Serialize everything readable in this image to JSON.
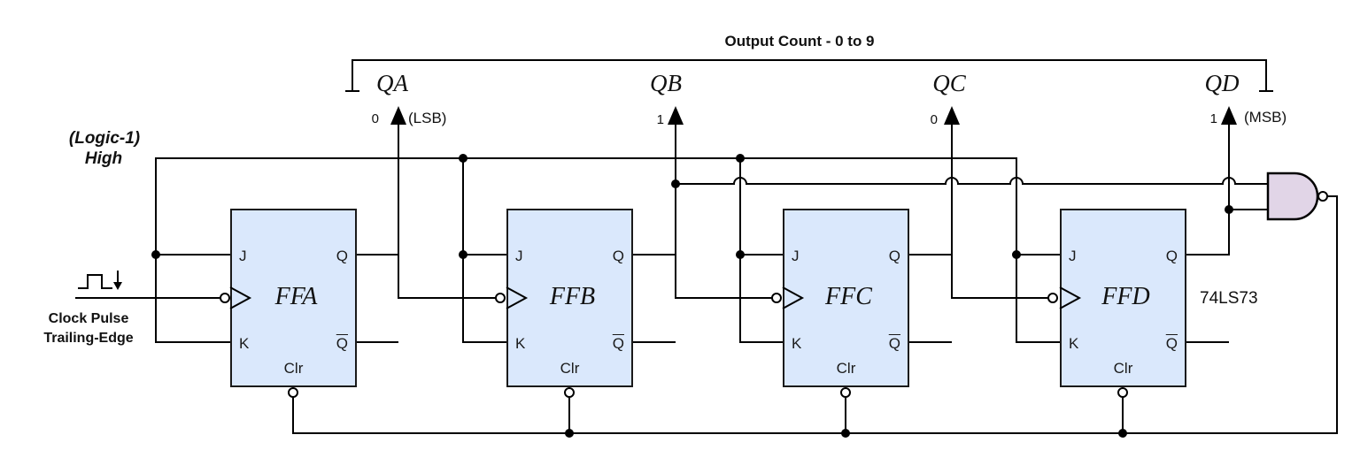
{
  "header": {
    "bracket_label": "Output Count - 0 to 9"
  },
  "outputs": [
    {
      "name": "QA",
      "bit": "0",
      "tag": "(LSB)"
    },
    {
      "name": "QB",
      "bit": "1",
      "tag": ""
    },
    {
      "name": "QC",
      "bit": "0",
      "tag": ""
    },
    {
      "name": "QD",
      "bit": "1",
      "tag": "(MSB)"
    }
  ],
  "source": {
    "logic_line1": "(Logic-1)",
    "logic_line2": "High",
    "clock_line1": "Clock Pulse",
    "clock_line2": "Trailing-Edge"
  },
  "flipflops": [
    {
      "name": "FFA",
      "pins": {
        "j": "J",
        "k": "K",
        "q": "Q",
        "qbar": "Q",
        "clr": "Clr"
      }
    },
    {
      "name": "FFB",
      "pins": {
        "j": "J",
        "k": "K",
        "q": "Q",
        "qbar": "Q",
        "clr": "Clr"
      }
    },
    {
      "name": "FFC",
      "pins": {
        "j": "J",
        "k": "K",
        "q": "Q",
        "qbar": "Q",
        "clr": "Clr"
      }
    },
    {
      "name": "FFD",
      "pins": {
        "j": "J",
        "k": "K",
        "q": "Q",
        "qbar": "Q",
        "clr": "Clr"
      }
    }
  ],
  "chip_label": "74LS73",
  "colors": {
    "flipflop_fill": "#dae8fc",
    "nand_fill": "#e1d5e7",
    "wire": "#000000"
  }
}
